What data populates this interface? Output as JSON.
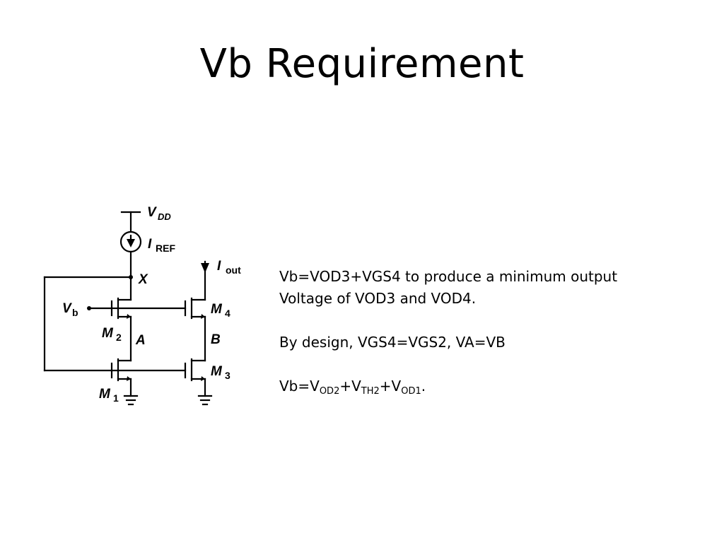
{
  "slide": {
    "title": "Vb Requirement"
  },
  "circuit": {
    "labels": {
      "vdd": "V",
      "vdd_sub": "DD",
      "iref": "I",
      "iref_sub": "REF",
      "iout": "I",
      "iout_sub": "out",
      "x_node": "X",
      "vb": "V",
      "vb_sub": "b",
      "m2": "M",
      "m2_sub": "2",
      "a_node": "A",
      "m4": "M",
      "m4_sub": "4",
      "b_node": "B",
      "m3": "M",
      "m3_sub": "3",
      "m1": "M",
      "m1_sub": "1"
    }
  },
  "body": {
    "line1": "Vb=VOD3+VGS4 to produce a minimum output",
    "line2": "Voltage of VOD3 and VOD4.",
    "line3": "By design, VGS4=VGS2, VA=VB",
    "line4": {
      "prefix": "Vb=V",
      "sub1": "OD2",
      "plus1": "+V",
      "sub2": "TH2",
      "plus2": "+V",
      "sub3": "OD1",
      "suffix": "."
    }
  }
}
